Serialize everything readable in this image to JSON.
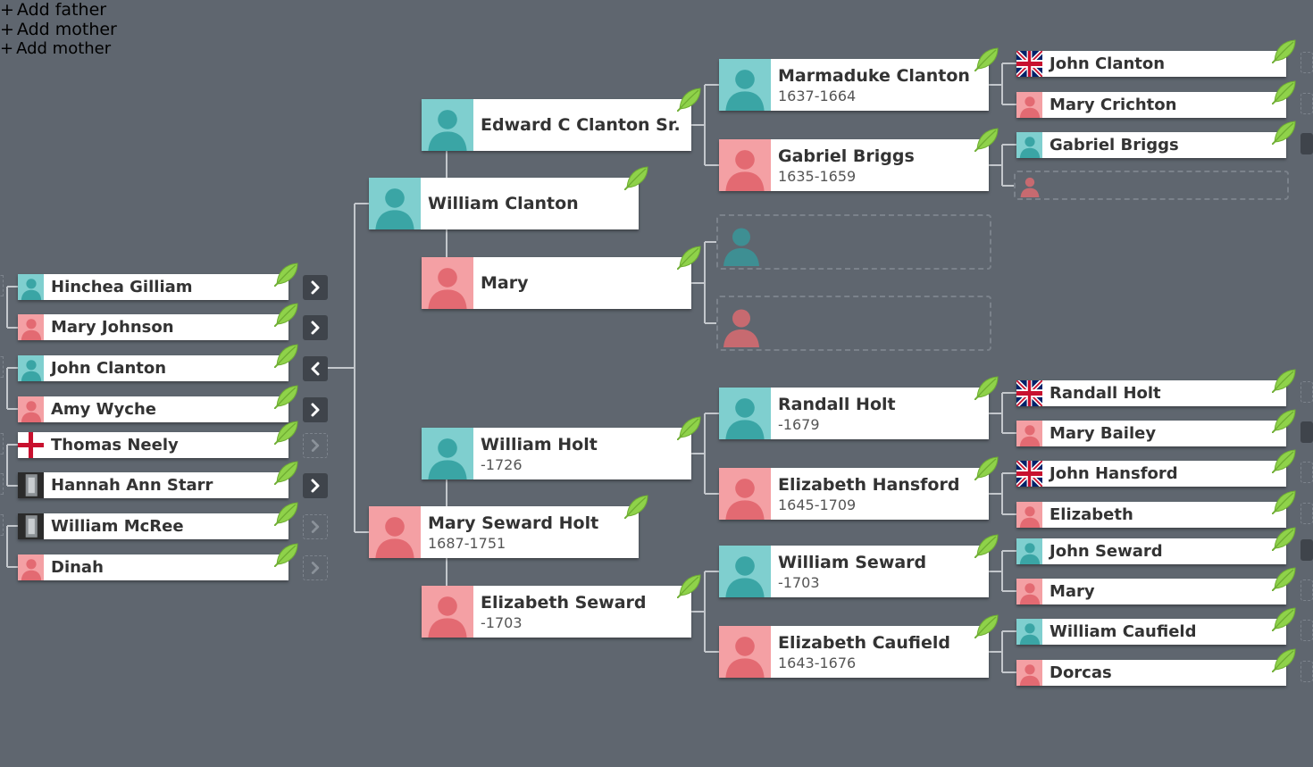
{
  "colors": {
    "background": "#5f666f",
    "male": "#7fcfcf",
    "female": "#f4a0a4",
    "connector": "#c3c7cc",
    "leaf": "#8fd24a"
  },
  "left_column": [
    {
      "name": "Hinchea Gilliam",
      "gender": "male",
      "photo": "silhouette",
      "toggle": "expand",
      "toggle_style": "solid"
    },
    {
      "name": "Mary Johnson",
      "gender": "female",
      "photo": "silhouette",
      "toggle": "expand",
      "toggle_style": "solid"
    },
    {
      "name": "John Clanton",
      "gender": "male",
      "photo": "silhouette",
      "toggle": "collapse",
      "toggle_style": "solid"
    },
    {
      "name": "Amy Wyche",
      "gender": "female",
      "photo": "silhouette",
      "toggle": "expand",
      "toggle_style": "solid"
    },
    {
      "name": "Thomas Neely",
      "gender": "male",
      "photo": "flag-northern-ireland",
      "toggle": "expand",
      "toggle_style": "dashed"
    },
    {
      "name": "Hannah Ann Starr",
      "gender": "female",
      "photo": "photo",
      "toggle": "expand",
      "toggle_style": "solid"
    },
    {
      "name": "William McRee",
      "gender": "male",
      "photo": "photo",
      "toggle": "expand",
      "toggle_style": "dashed"
    },
    {
      "name": "Dinah",
      "gender": "female",
      "photo": "silhouette",
      "toggle": "expand",
      "toggle_style": "dashed"
    }
  ],
  "gen1": [
    {
      "name": "William Clanton",
      "dates": "",
      "gender": "male"
    },
    {
      "name": "Mary Seward Holt",
      "dates": "1687-1751",
      "gender": "female"
    }
  ],
  "gen2": [
    {
      "name": "Edward C Clanton Sr.",
      "dates": "",
      "gender": "male"
    },
    {
      "name": "Mary",
      "dates": "",
      "gender": "female"
    },
    {
      "name": "William Holt",
      "dates": "-1726",
      "gender": "male"
    },
    {
      "name": "Elizabeth Seward",
      "dates": "-1703",
      "gender": "female"
    }
  ],
  "gen3": [
    {
      "name": "Marmaduke Clanton",
      "dates": "1637-1664",
      "gender": "male"
    },
    {
      "name": "Gabriel Briggs",
      "dates": "1635-1659",
      "gender": "female"
    },
    {
      "name": "Randall Holt",
      "dates": "-1679",
      "gender": "male"
    },
    {
      "name": "Elizabeth Hansford",
      "dates": "1645-1709",
      "gender": "female"
    },
    {
      "name": "William Seward",
      "dates": "-1703",
      "gender": "male"
    },
    {
      "name": "Elizabeth Caufield",
      "dates": "1643-1676",
      "gender": "female"
    }
  ],
  "add_parents_mary": {
    "father_label": "Add father",
    "mother_label": "Add mother"
  },
  "gen4": [
    {
      "name": "John Clanton",
      "gender": "male",
      "photo": "flag-uk"
    },
    {
      "name": "Mary Crichton",
      "gender": "female",
      "photo": "silhouette"
    },
    {
      "name": "Gabriel Briggs",
      "gender": "male",
      "photo": "silhouette"
    },
    {
      "name": "Randall Holt",
      "gender": "male",
      "photo": "flag-uk"
    },
    {
      "name": "Mary Bailey",
      "gender": "female",
      "photo": "silhouette"
    },
    {
      "name": "John Hansford",
      "gender": "male",
      "photo": "flag-uk"
    },
    {
      "name": "Elizabeth",
      "gender": "female",
      "photo": "silhouette"
    },
    {
      "name": "John Seward",
      "gender": "male",
      "photo": "silhouette"
    },
    {
      "name": "Mary",
      "gender": "female",
      "photo": "silhouette"
    },
    {
      "name": "William Caufield",
      "gender": "male",
      "photo": "silhouette"
    },
    {
      "name": "Dorcas",
      "gender": "female",
      "photo": "silhouette"
    }
  ],
  "add_mother_gabriel": {
    "label": "Add mother"
  }
}
